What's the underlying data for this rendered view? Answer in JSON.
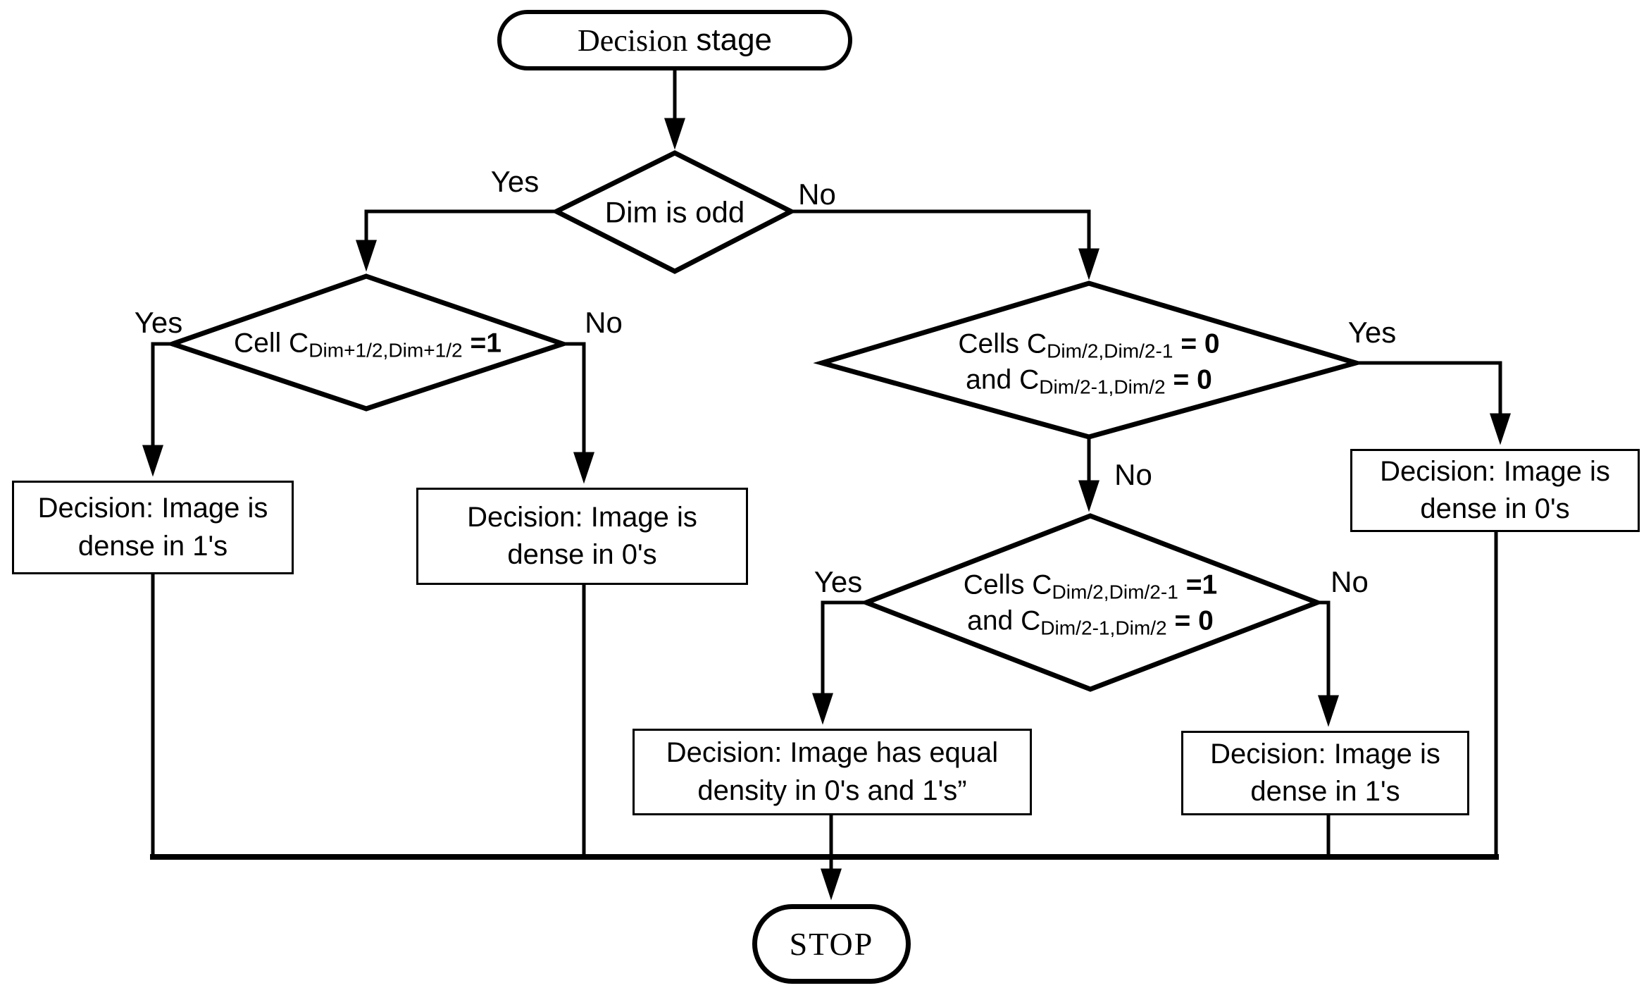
{
  "title": "Decision stage flowchart",
  "colors": {
    "ink": "#000000",
    "paper": "#ffffff"
  },
  "start": {
    "word_serif": "Decision",
    "word_sans": "stage"
  },
  "decisions": {
    "d1": {
      "text": "Dim is odd",
      "yes": "Yes",
      "no": "No"
    },
    "d2": {
      "pre": "Cell C",
      "sub": "Dim+1/2,Dim+1/2",
      "post": " =1",
      "yes": "Yes",
      "no": "No"
    },
    "d3": {
      "l1_pre": "Cells C",
      "l1_sub": "Dim/2,Dim/2-1",
      "l1_post": " = 0",
      "l2_pre": "and C",
      "l2_sub": "Dim/2-1,Dim/2",
      "l2_post": " = 0",
      "yes": "Yes",
      "no": "No"
    },
    "d4": {
      "l1_pre": "Cells C",
      "l1_sub": "Dim/2,Dim/2-1",
      "l1_post": " =1",
      "l2_pre": "and C",
      "l2_sub": "Dim/2-1,Dim/2",
      "l2_post": " = 0",
      "yes": "Yes",
      "no": "No"
    }
  },
  "results": {
    "dense1_left": {
      "line1": "Decision: Image is",
      "line2": "dense in 1's"
    },
    "dense0_mid": {
      "line1": "Decision: Image is",
      "line2": "dense in 0's"
    },
    "dense0_right": {
      "line1": "Decision: Image is",
      "line2": "dense in 0's"
    },
    "equal": {
      "line1": "Decision: Image has equal",
      "line2": "density in 0's and 1's”"
    },
    "dense1_right": {
      "line1": "Decision: Image is",
      "line2": "dense in 1's"
    }
  },
  "stop": {
    "text": "STOP"
  }
}
